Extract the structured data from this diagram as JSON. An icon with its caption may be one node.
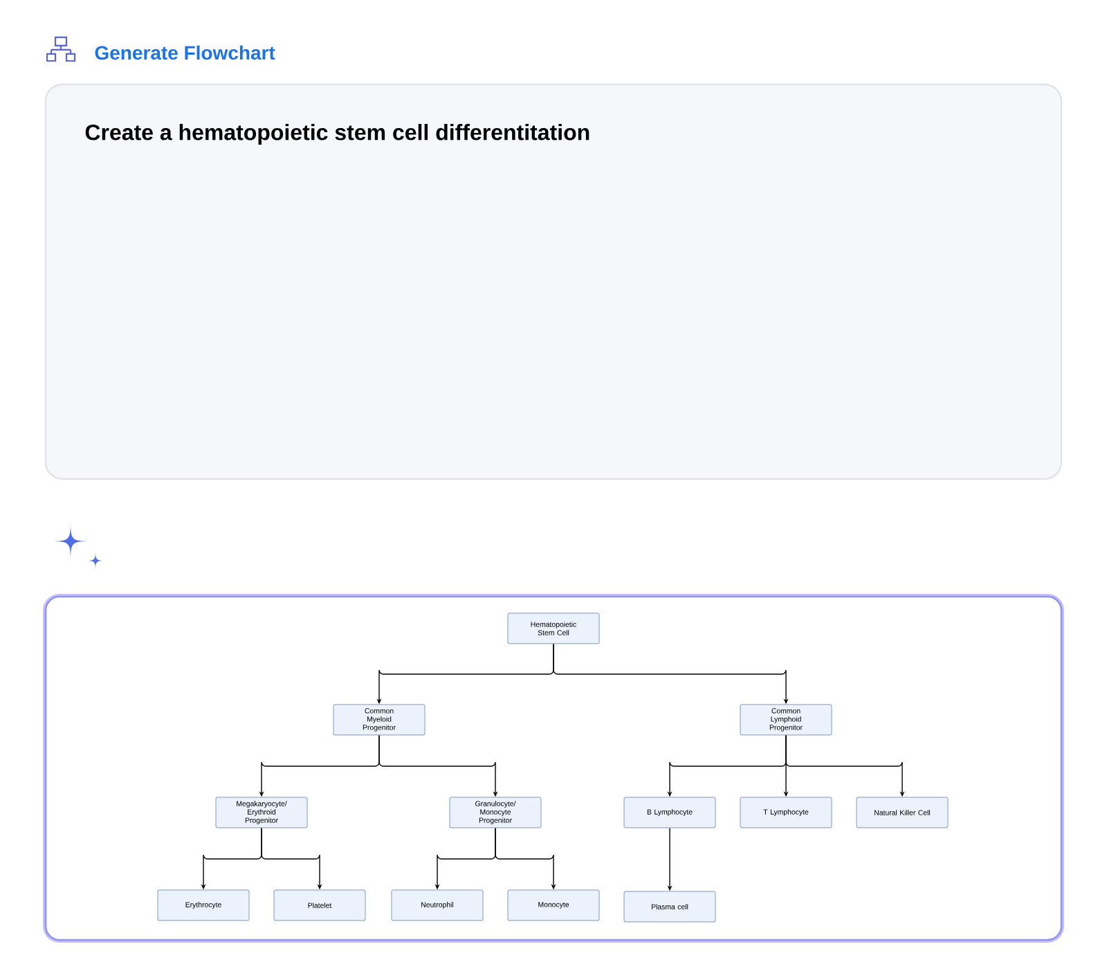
{
  "diagram": {
    "title": "Generate Flowchart",
    "nodes": [
      {
        "text": [
          "Hematopoietic Stem Cell"
        ]
      },
      {
        "text": [
          "Common Myeloid Progenitor"
        ]
      },
      {
        "text": [
          "Common Lymphoid Progenitor"
        ]
      },
      {
        "text": [
          "Megakaryocyte/ Erythroid Progenitor"
        ]
      },
      {
        "text": [
          "Granulocyte/ Monocyte Progenitor"
        ]
      },
      {
        "text": [
          "B Lymphocyte"
        ]
      },
      {
        "text": [
          "T Lymphocyte"
        ]
      },
      {
        "text": [
          "Natural Killer Cell"
        ]
      },
      {
        "text": [
          "Erythrocyte"
        ]
      },
      {
        "text": [
          "Platelet"
        ]
      },
      {
        "text": [
          "Neutrophil"
        ]
      },
      {
        "text": [
          "Monocyte"
        ]
      },
      {
        "text": [
          "Plasma cell"
        ]
      }
    ],
    "edges": [
      {
        "from": 0,
        "to": 1,
        "arrow": "to"
      },
      {
        "from": 0,
        "to": 2,
        "arrow": "to"
      },
      {
        "from": 1,
        "to": 3,
        "arrow": "to"
      },
      {
        "from": 1,
        "to": 4,
        "arrow": "to"
      },
      {
        "from": 2,
        "to": 5,
        "arrow": "to"
      },
      {
        "from": 2,
        "to": 6,
        "arrow": "to"
      },
      {
        "from": 2,
        "to": 7,
        "arrow": "to"
      },
      {
        "from": 3,
        "to": 8,
        "arrow": "to"
      },
      {
        "from": 3,
        "to": 9,
        "arrow": "to"
      },
      {
        "from": 4,
        "to": 10,
        "arrow": "to"
      },
      {
        "from": 4,
        "to": 11,
        "arrow": "to"
      },
      {
        "from": 5,
        "to": 12,
        "arrow": "to"
      }
    ],
    "labels": [
      "Create a hematopoietic stem cell differentitation"
    ]
  }
}
